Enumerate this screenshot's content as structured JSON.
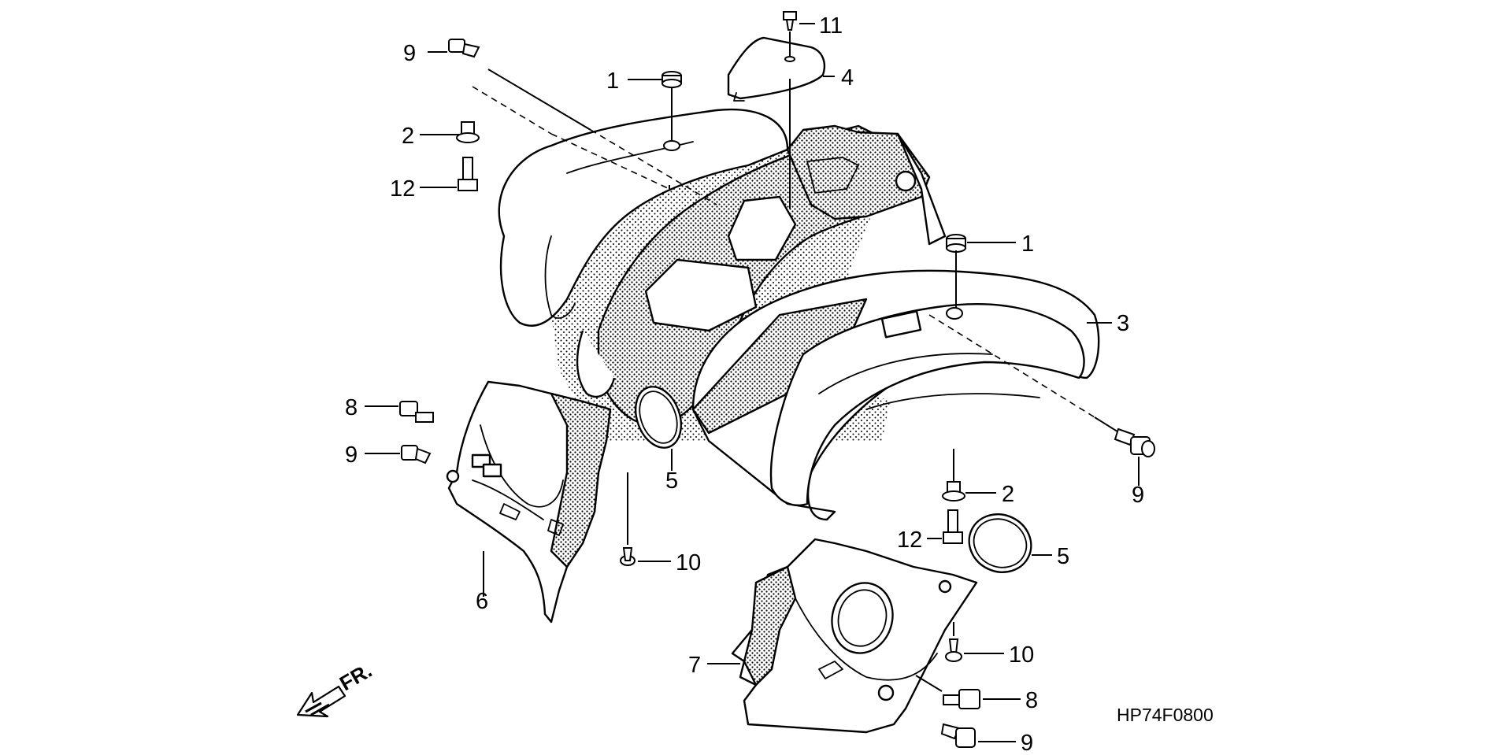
{
  "diagram_code": "HP74F0800",
  "direction_marker": "FR.",
  "callouts": {
    "grommet_top_left": "1",
    "grommet_right": "1",
    "collar_left": "2",
    "collar_right": "2",
    "rear_fender": "3",
    "lid": "4",
    "seal_left": "5",
    "seal_right": "5",
    "inner_fender_left": "6",
    "inner_fender_right": "7",
    "bolt_left": "8",
    "bolt_right": "8",
    "clip_top_left": "9",
    "clip_left": "9",
    "clip_right": "9",
    "clip_bottom_right": "9",
    "screw_left": "10",
    "screw_right": "10",
    "screw_top": "11",
    "bolt_long_left": "12",
    "bolt_long_right": "12"
  },
  "colors": {
    "line": "#000000",
    "background": "#ffffff",
    "dot_shade": "#000000"
  }
}
